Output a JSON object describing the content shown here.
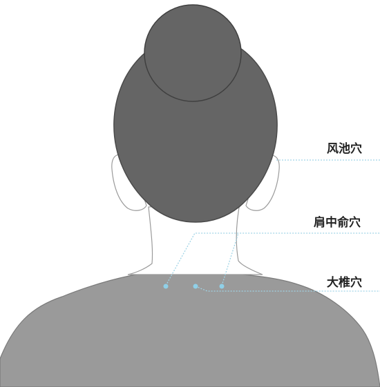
{
  "labels": {
    "fengchi": "风池穴",
    "jianzhongshu": "肩中俞穴",
    "dazhui": "大椎穴"
  },
  "colors": {
    "hair": "#656565",
    "hair_outline": "#4a4a4a",
    "skin": "#ffffff",
    "outline": "#9a9a9a",
    "shoulders": "#9a9a9a",
    "point": "#8fd0e8",
    "leader": "#9fd4e6",
    "text": "#222222"
  }
}
